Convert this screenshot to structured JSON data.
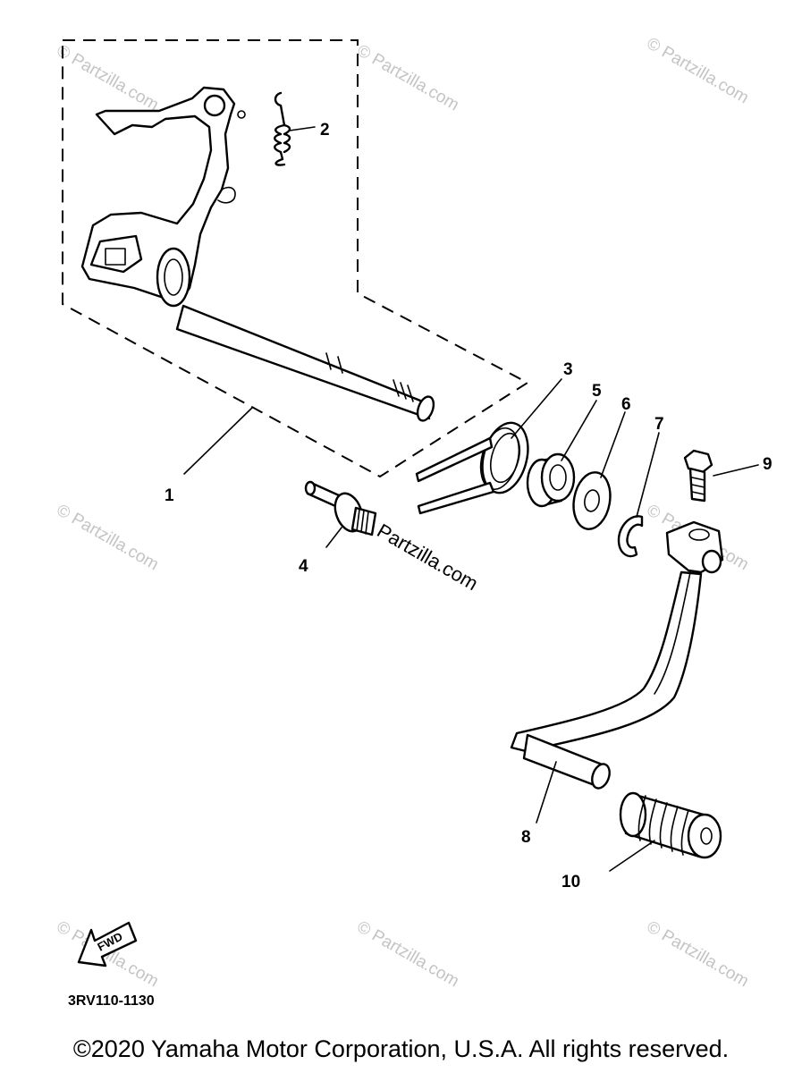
{
  "callouts": [
    "1",
    "2",
    "3",
    "4",
    "5",
    "6",
    "7",
    "8",
    "9",
    "10"
  ],
  "diagram_code": "3RV110-1130",
  "fwd_label": "FWD",
  "watermark": {
    "light": "© Partzilla.com",
    "dark": "Partzilla.com"
  },
  "copyright": "©2020 Yamaha Motor Corporation, U.S.A. All rights reserved."
}
